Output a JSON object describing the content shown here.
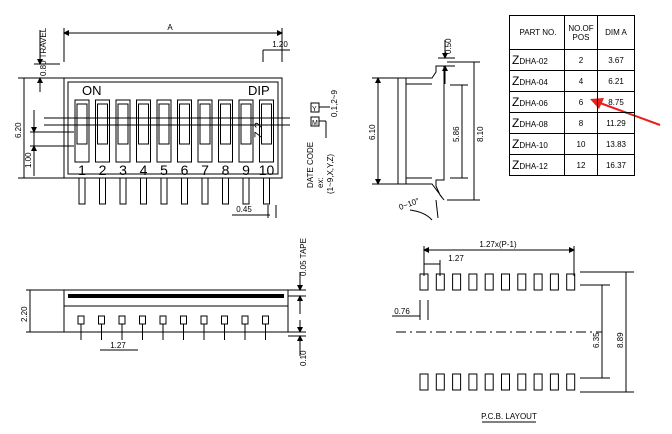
{
  "front_view": {
    "dim_a": "A",
    "dim_travel": "0.80 TRAVEL",
    "dim_pitch_right": "1.20",
    "dim_height": "6.20",
    "dim_1_00": "1.00",
    "dim_0_45": "0.45",
    "on_label": "ON",
    "dip_label": "DIP",
    "numbers": [
      "1",
      "2",
      "3",
      "4",
      "5",
      "6",
      "7",
      "8",
      "9",
      "10"
    ],
    "side_letters": "Z 2",
    "marking_m": "M",
    "marking_y": "Y",
    "marking_code": "0,1,2~9",
    "date_code": "DATE CODE",
    "date_ex": "ex:",
    "date_range": "(1~9,X,Y,Z)"
  },
  "side_view": {
    "dim_0_50": "0.50",
    "dim_6_10": "6.10",
    "dim_5_86": "5.86",
    "dim_8_10": "8.10",
    "angle": "0~10°"
  },
  "bottom_view": {
    "dim_2_20": "2.20",
    "dim_1_27": "1.27",
    "dim_tape": "0.05 TAPE",
    "dim_0_10": "0.10"
  },
  "pcb_layout": {
    "dim_pitch_total": "1.27x(P-1)",
    "dim_pitch": "1.27",
    "dim_pad": "0.76",
    "dim_6_35": "6.35",
    "dim_8_89": "8.89",
    "title": "P.C.B. LAYOUT"
  },
  "part_table": {
    "headers": [
      "PART NO.",
      "NO.OF POS",
      "DIM A"
    ],
    "rows": [
      {
        "part": "DHA-02",
        "pos": "2",
        "dim": "3.67"
      },
      {
        "part": "DHA-04",
        "pos": "4",
        "dim": "6.21"
      },
      {
        "part": "DHA-06",
        "pos": "6",
        "dim": "8.75"
      },
      {
        "part": "DHA-08",
        "pos": "8",
        "dim": "11.29"
      },
      {
        "part": "DHA-10",
        "pos": "10",
        "dim": "13.83"
      },
      {
        "part": "DHA-12",
        "pos": "12",
        "dim": "16.37"
      }
    ],
    "z_mark": "Z"
  },
  "colors": {
    "line": "#000000",
    "arrow": "#e8201c"
  }
}
